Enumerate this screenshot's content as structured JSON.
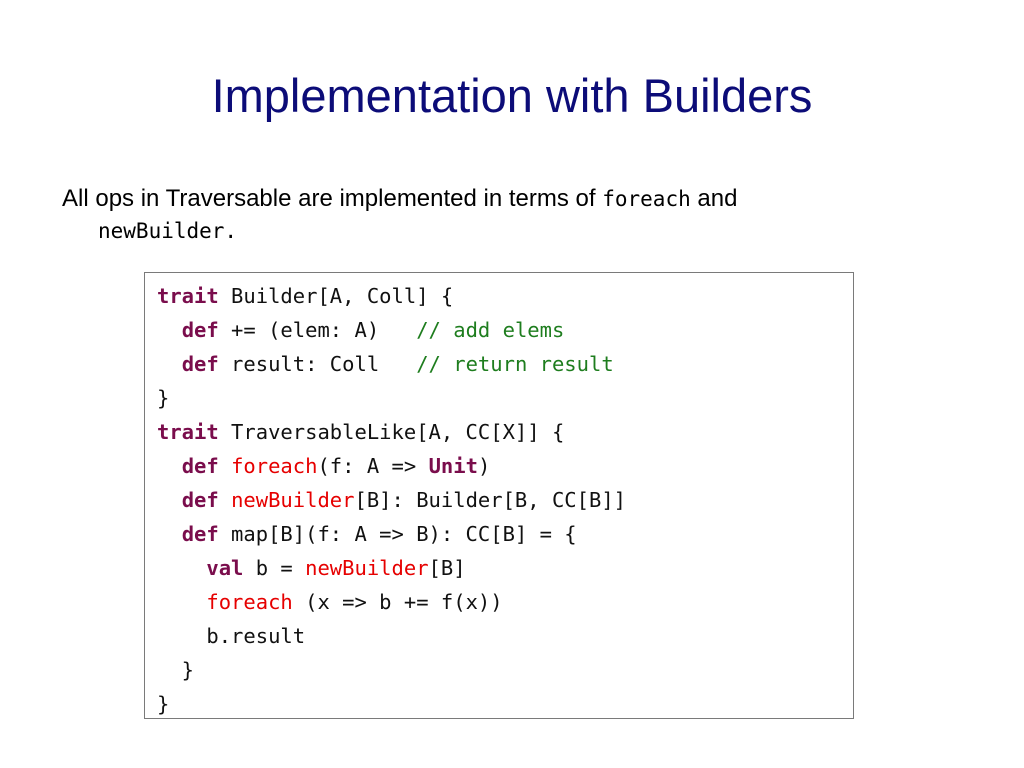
{
  "slide": {
    "title": "Implementation with Builders",
    "bullet": {
      "text_before": "All ops in Traversable are implemented in terms of ",
      "code_1": "foreach",
      "text_mid": " and",
      "code_2": "newBuilder."
    },
    "code": {
      "lines": [
        [
          {
            "t": "trait",
            "k": "kw"
          },
          {
            "t": " Builder[A, Coll] {",
            "k": ""
          }
        ],
        [
          {
            "t": "  ",
            "k": ""
          },
          {
            "t": "def",
            "k": "kw"
          },
          {
            "t": " += (elem: A)   ",
            "k": ""
          },
          {
            "t": "// add elems",
            "k": "cm"
          }
        ],
        [
          {
            "t": "  ",
            "k": ""
          },
          {
            "t": "def",
            "k": "kw"
          },
          {
            "t": " result: Coll   ",
            "k": ""
          },
          {
            "t": "// return result",
            "k": "cm"
          }
        ],
        [
          {
            "t": "}",
            "k": ""
          }
        ],
        [
          {
            "t": "trait",
            "k": "kw"
          },
          {
            "t": " TraversableLike[A, CC[X]] {",
            "k": ""
          }
        ],
        [
          {
            "t": "  ",
            "k": ""
          },
          {
            "t": "def",
            "k": "kw"
          },
          {
            "t": " ",
            "k": ""
          },
          {
            "t": "foreach",
            "k": "fn"
          },
          {
            "t": "(f: A => ",
            "k": ""
          },
          {
            "t": "Unit",
            "k": "kw"
          },
          {
            "t": ")",
            "k": ""
          }
        ],
        [
          {
            "t": "  ",
            "k": ""
          },
          {
            "t": "def",
            "k": "kw"
          },
          {
            "t": " ",
            "k": ""
          },
          {
            "t": "newBuilder",
            "k": "fn"
          },
          {
            "t": "[B]: Builder[B, CC[B]]",
            "k": ""
          }
        ],
        [
          {
            "t": "  ",
            "k": ""
          },
          {
            "t": "def",
            "k": "kw"
          },
          {
            "t": " map[B](f: A => B): CC[B] = {",
            "k": ""
          }
        ],
        [
          {
            "t": "    ",
            "k": ""
          },
          {
            "t": "val",
            "k": "kw"
          },
          {
            "t": " b = ",
            "k": ""
          },
          {
            "t": "newBuilder",
            "k": "fn"
          },
          {
            "t": "[B]",
            "k": ""
          }
        ],
        [
          {
            "t": "    ",
            "k": ""
          },
          {
            "t": "foreach",
            "k": "fn"
          },
          {
            "t": " (x => b += f(x))",
            "k": ""
          }
        ],
        [
          {
            "t": "    b.result",
            "k": ""
          }
        ],
        [
          {
            "t": "  }",
            "k": ""
          }
        ],
        [
          {
            "t": "}",
            "k": ""
          }
        ]
      ]
    }
  }
}
